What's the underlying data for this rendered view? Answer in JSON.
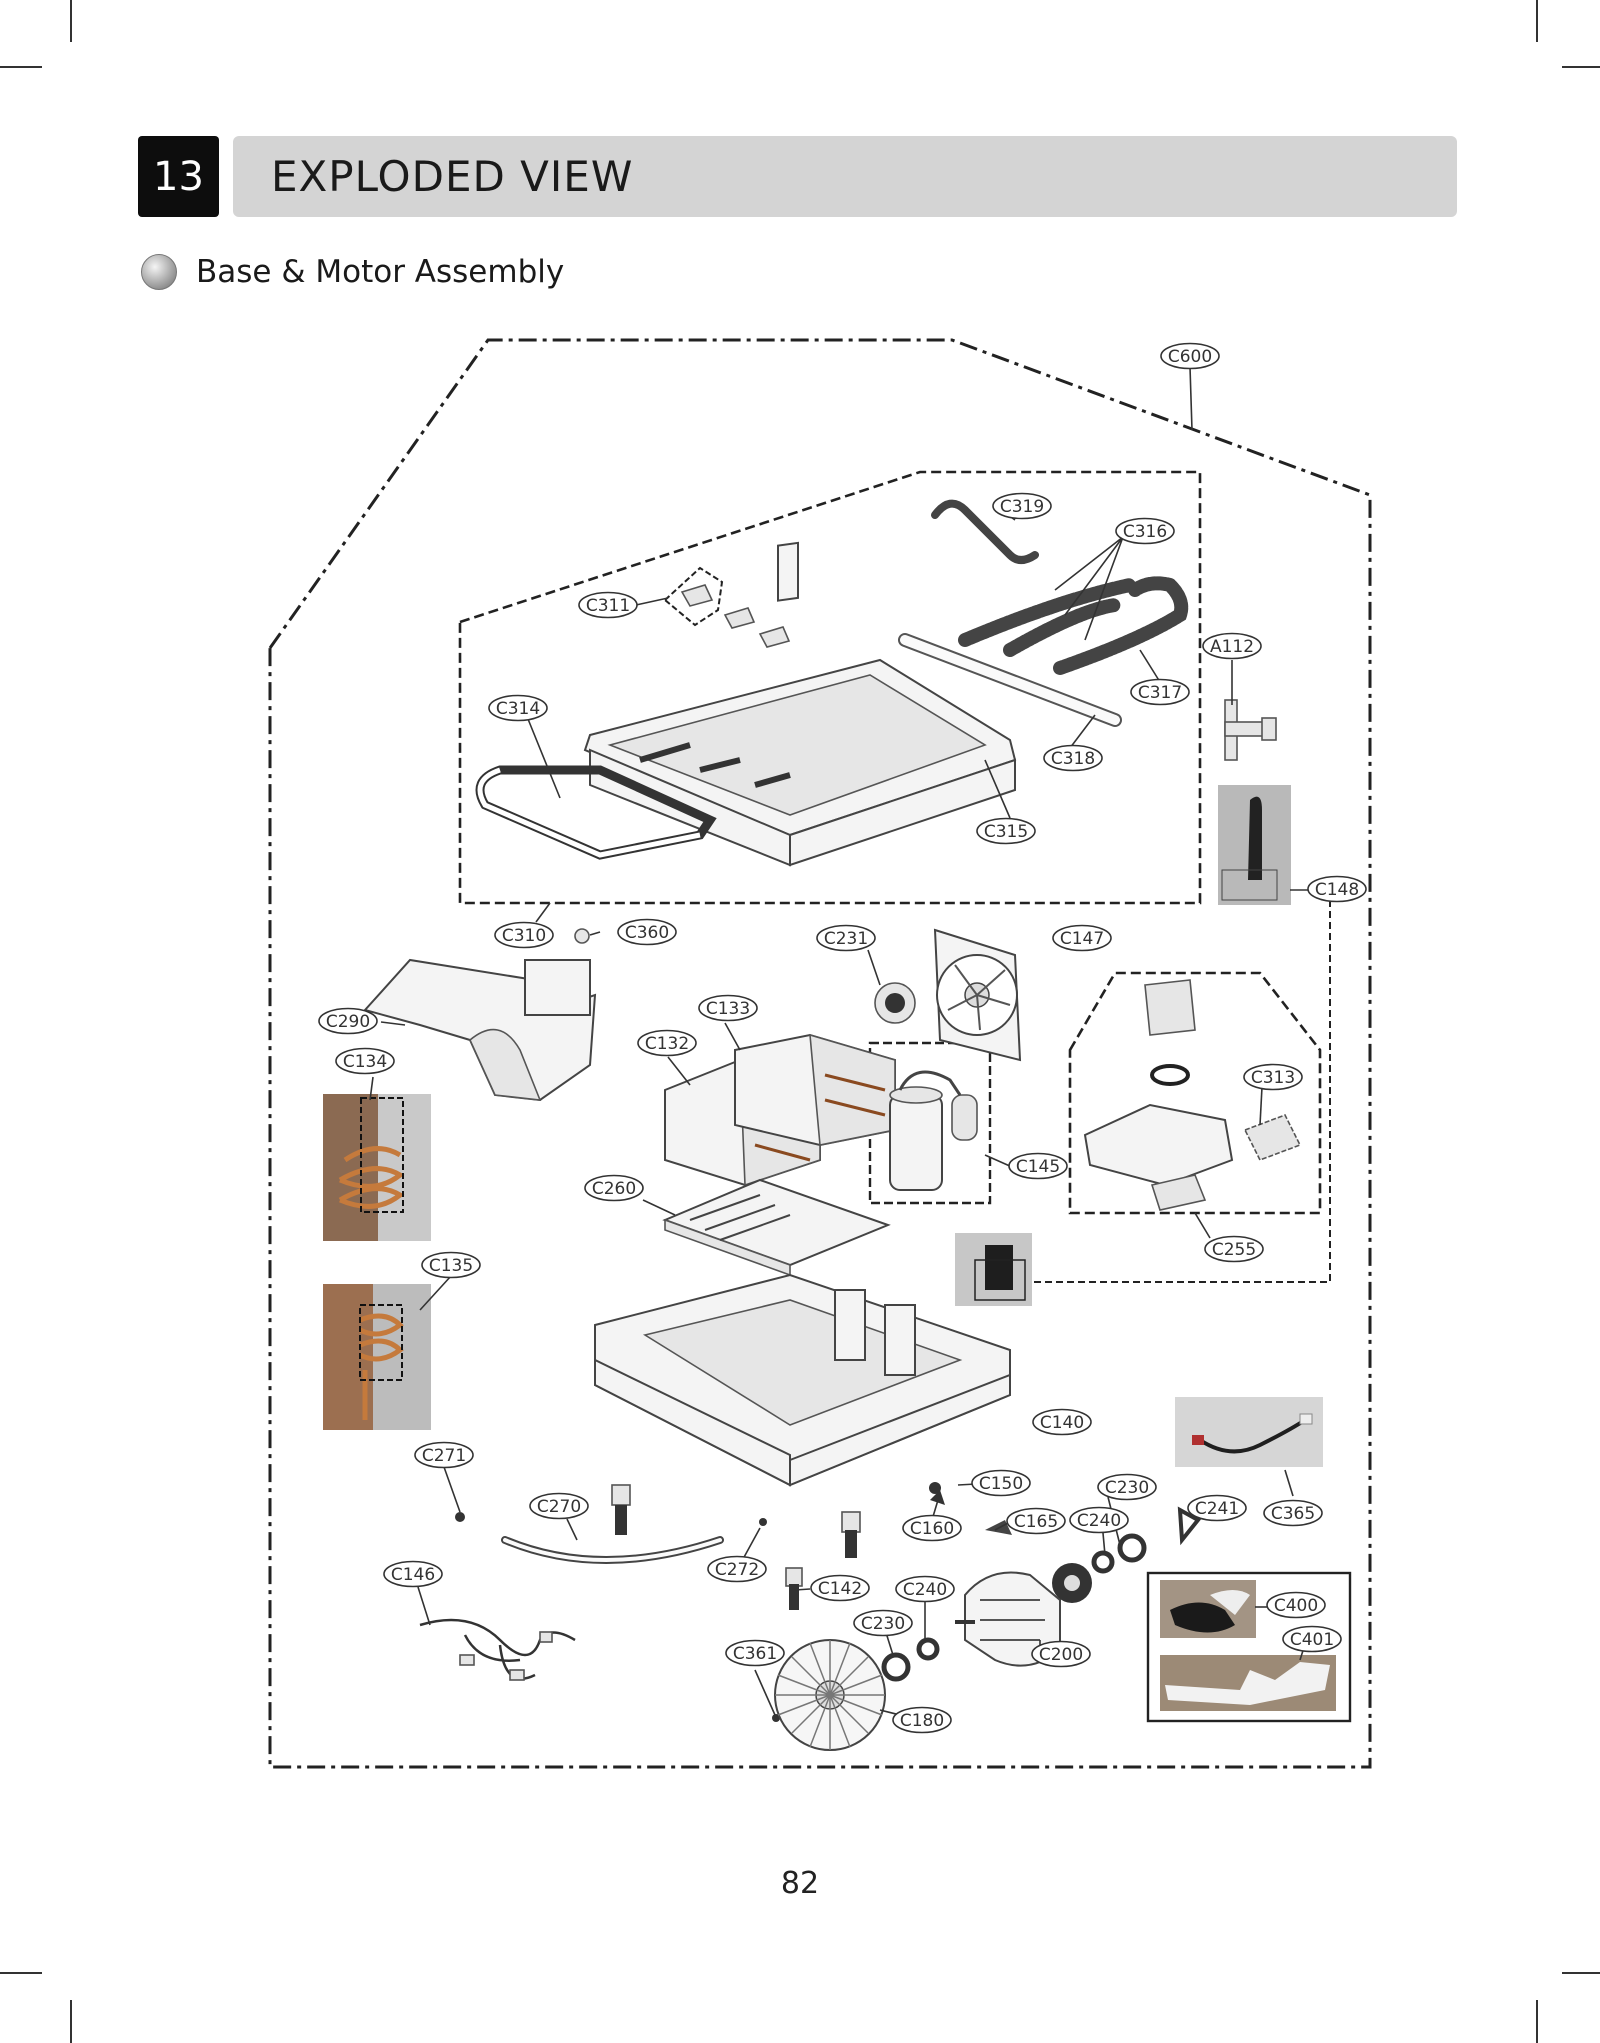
{
  "header": {
    "section_number": "13",
    "title": "EXPLODED VIEW",
    "subtitle": "Base & Motor Assembly"
  },
  "footer": {
    "page_number": "82"
  },
  "colors": {
    "title_box": "#0d0d0d",
    "title_bar": "#d4d4d4",
    "copper": "#b8703a"
  },
  "diagram": {
    "callouts": [
      "C600",
      "C319",
      "C316",
      "C311",
      "C317",
      "A112",
      "C314",
      "C318",
      "C315",
      "C148",
      "C310",
      "C360",
      "C231",
      "C147",
      "C290",
      "C133",
      "C134",
      "C132",
      "C313",
      "C145",
      "C260",
      "C255",
      "C135",
      "C140",
      "C271",
      "C150",
      "C230",
      "C270",
      "C160",
      "C165",
      "C240",
      "C241",
      "C365",
      "C146",
      "C272",
      "C142",
      "C240",
      "C400",
      "C230",
      "C401",
      "C361",
      "C200",
      "C180"
    ],
    "icons": [
      "copper-coil-photo",
      "copper-coil-photo-2",
      "pump-photo",
      "motor-photo",
      "wire-harness-photo",
      "foam-pad-photo",
      "foam-strip-photo"
    ]
  }
}
